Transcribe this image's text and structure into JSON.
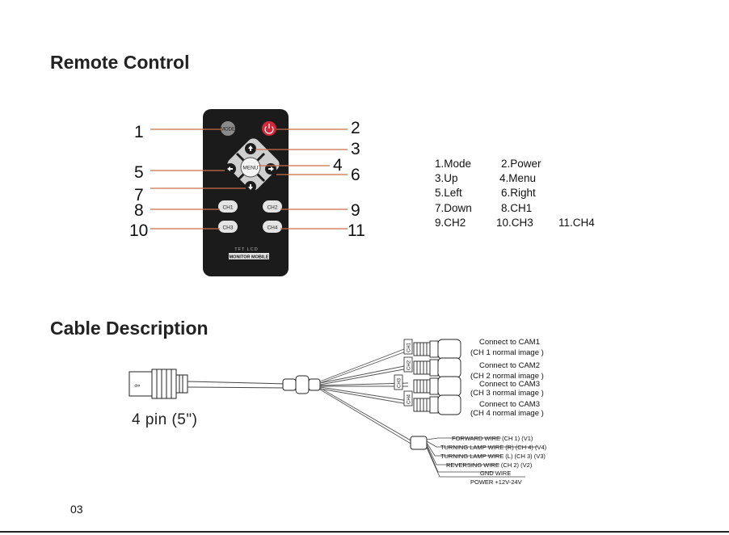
{
  "section_remote": {
    "title": "Remote Control"
  },
  "section_cable": {
    "title": "Cable Description"
  },
  "remote": {
    "buttons": {
      "mode": "MODE",
      "menu": "MENU",
      "ch1": "CH1",
      "ch2": "CH2",
      "ch3": "CH3",
      "ch4": "CH4"
    },
    "brand_line1": "TFT LCD",
    "brand_line2": "MONITOR MOBILE",
    "callouts": [
      "1",
      "2",
      "3",
      "4",
      "5",
      "6",
      "7",
      "8",
      "9",
      "10",
      "11"
    ]
  },
  "legend": {
    "items": [
      "1.Mode",
      "2.Power",
      "3.Up",
      "4.Menu",
      "5.Left",
      "6.Right",
      "7.Down",
      "8.CH1",
      "9.CH2",
      "10.CH3",
      "11.CH4"
    ]
  },
  "cable": {
    "connector_label": "4 pin (5\")",
    "plug_tags": [
      "CH1",
      "CH2",
      "CH3",
      "CH4"
    ],
    "cams": [
      {
        "line1": "Connect to CAM1",
        "line2": "(CH 1  normal image )"
      },
      {
        "line1": "Connect to CAM2",
        "line2": "(CH 2  normal image )"
      },
      {
        "line1": "Connect to CAM3",
        "line2": "(CH 3  normal image )"
      },
      {
        "line1": "Connect to CAM3",
        "line2": "(CH 4  normal image )"
      }
    ],
    "wires": [
      "FORWARD WIRE (CH 1) (V1)",
      "TURNING LAMP WIRE (R) (CH 4) (V4)",
      "TURNING LAMP WIRE (L) (CH 3) (V3)",
      "REVERSING WIRE (CH 2) (V2)",
      "GND WIRE",
      "POWER +12V-24V"
    ]
  },
  "page": {
    "number": "03"
  },
  "colors": {
    "callout_line": "#c8704a",
    "power_button": "#d4283a",
    "remote_body": "#1b1b1b"
  }
}
